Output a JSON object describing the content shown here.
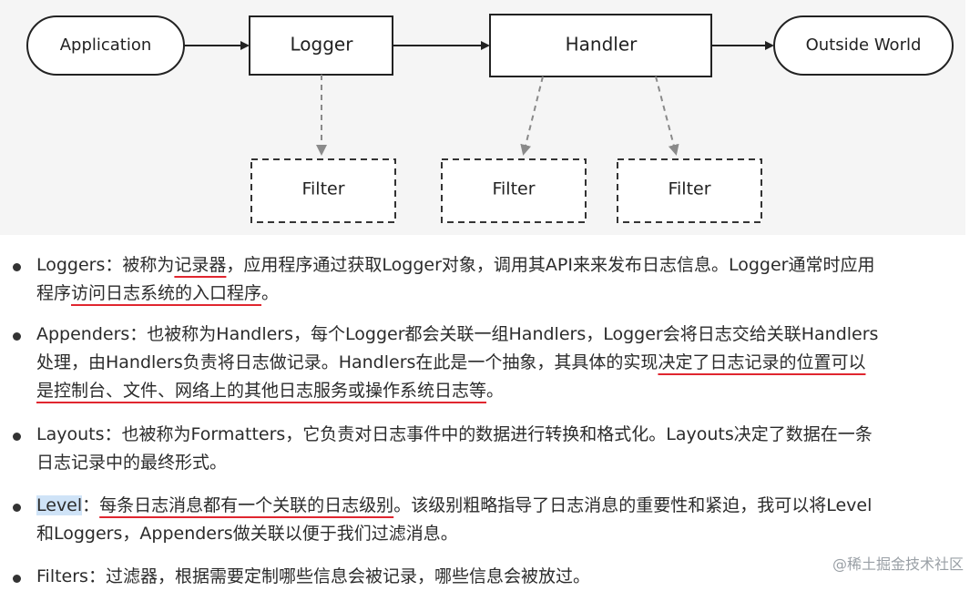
{
  "diagram": {
    "nodes": {
      "application": "Application",
      "logger": "Logger",
      "handler": "Handler",
      "outside_world": "Outside World",
      "filter_1": "Filter",
      "filter_2": "Filter",
      "filter_3": "Filter"
    }
  },
  "bullets": {
    "loggers": {
      "l1_a": "Loggers：被称为",
      "l1_u": "记录器",
      "l1_b": "，应用程序通过获取Logger对象，调用其API来来发布日志信息。Logger通常时应用",
      "l2_a": "程序",
      "l2_u": "访问日志系统的入口程序",
      "l2_b": "。"
    },
    "appenders": {
      "l1": "Appenders：也被称为Handlers，每个Logger都会关联一组Handlers，Logger会将日志交给关联Handlers",
      "l2_a": "处理，由Handlers负责将日志做记录。Handlers在此是一个抽象，其具体的实现",
      "l2_u": "决定了日志记录的位置可以",
      "l3_u": "是控制台、文件、网络上的其他日志服务或操作系统日志等",
      "l3_b": "。"
    },
    "layouts": {
      "l1": "Layouts：也被称为Formatters，它负责对日志事件中的数据进行转换和格式化。Layouts决定了数据在一条",
      "l2": "日志记录中的最终形式。"
    },
    "level": {
      "l1_hl": "Level",
      "l1_a": "：",
      "l1_u": "每条日志消息都有一个关联的日志级别",
      "l1_b": "。该级别粗略指导了日志消息的重要性和紧迫，我可以将Level",
      "l2": "和Loggers，Appenders做关联以便于我们过滤消息。"
    },
    "filters": {
      "l1": "Filters：过滤器，根据需要定制哪些信息会被记录，哪些信息会被放过。"
    }
  },
  "watermark": "@稀土掘金技术社区"
}
